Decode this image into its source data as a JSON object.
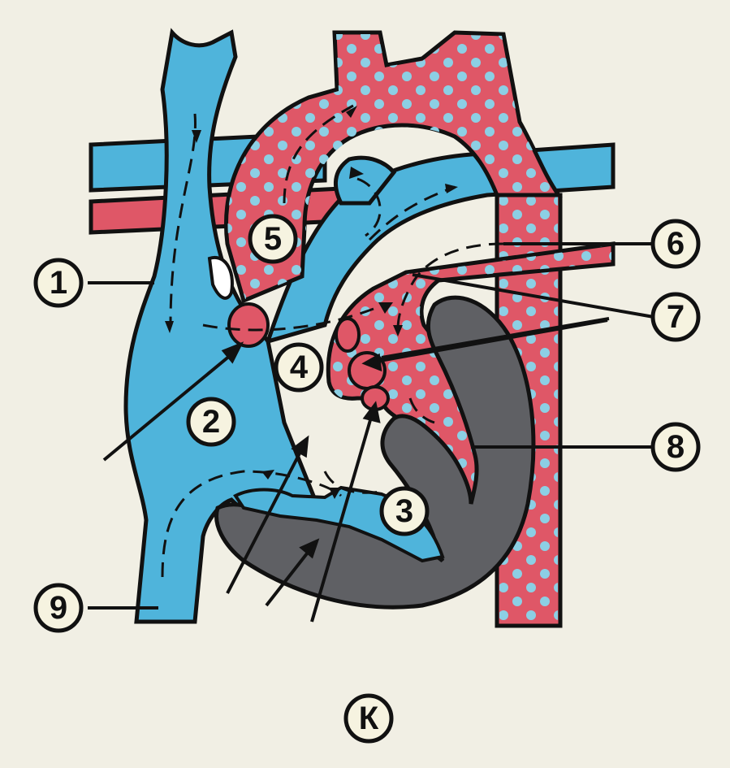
{
  "labels": {
    "l1": "1",
    "l2": "2",
    "l3": "3",
    "l4": "4",
    "l5": "5",
    "l6": "6",
    "l7": "7",
    "l8": "8",
    "l9": "9",
    "figure": "К"
  },
  "colors": {
    "background": "#f1efe4",
    "deoxygenated_blue": "#4fb4db",
    "oxygenated_red": "#df5767",
    "dots": "#8ccfe4",
    "muscle_gray": "#5f6064",
    "outline": "#111111",
    "callout_fill": "#f6f3e0"
  }
}
